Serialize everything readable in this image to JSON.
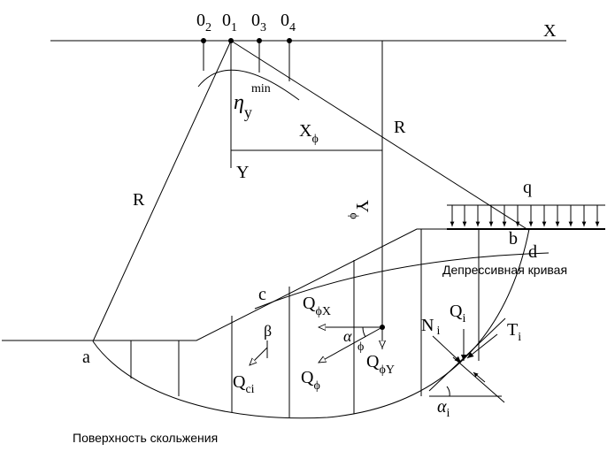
{
  "labels": {
    "x_axis": "X",
    "o_letter": "0",
    "o2_sub": "2",
    "o1_sub": "1",
    "o3_sub": "3",
    "o4_sub": "4",
    "eta": "η",
    "eta_sub": "y",
    "eta_sup": "min",
    "x_phi": "X",
    "phi": "ϕ",
    "r_right": "R",
    "r_left": "R",
    "y_label": "Y",
    "y_phi": "Y",
    "q_load": "q",
    "point_b": "b",
    "point_d": "d",
    "point_c": "c",
    "point_a": "a",
    "depression_curve": "Депрессивная кривая",
    "q_phi_x": "Q",
    "q_phi_x_sub": "ϕX",
    "alpha_phi": "α",
    "alpha_phi_sub": "ϕ",
    "beta": "β",
    "q_ci": "Q",
    "q_ci_sub": "ci",
    "q_phi": "Q",
    "q_phi_sub": "ϕ",
    "q_phi_y": "Q",
    "q_phi_y_sub": "ϕY",
    "n_i": "N",
    "n_i_sub": "i",
    "q_i": "Q",
    "q_i_sub": "i",
    "t_i": "T",
    "t_i_sub": "i",
    "alpha_i": "α",
    "alpha_i_sub": "i",
    "slip_surface": "Поверхность скольжения"
  }
}
